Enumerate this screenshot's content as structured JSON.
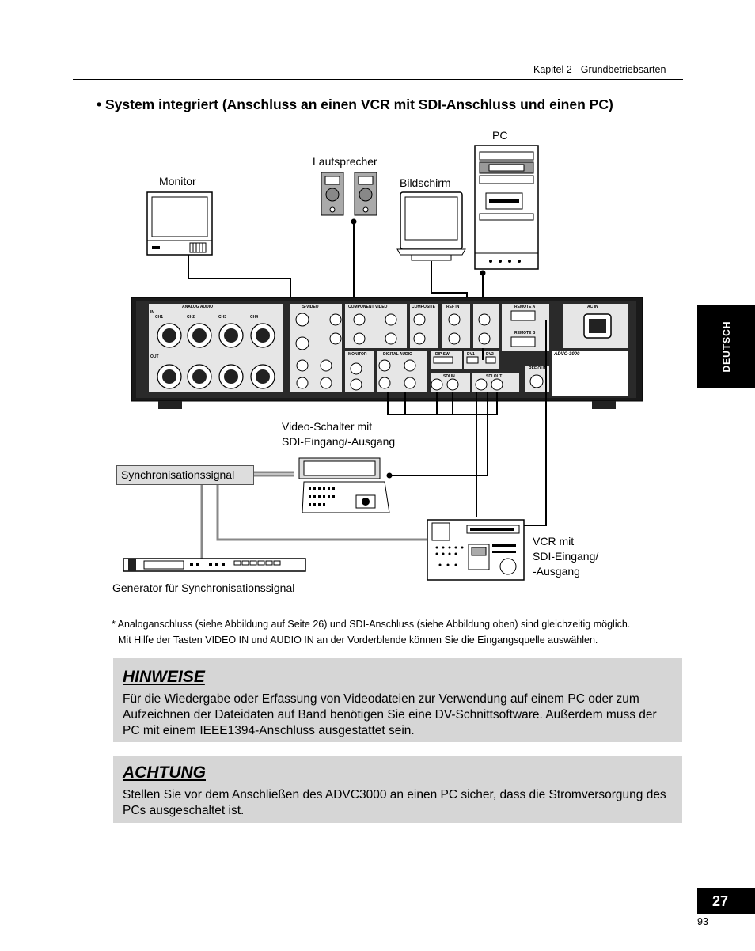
{
  "header": {
    "chapter": "Kapitel 2 - Grundbetriebsarten"
  },
  "section": {
    "title": "• System integriert (Anschluss an einen VCR mit SDI-Anschluss und einen PC)"
  },
  "diagram": {
    "labels": {
      "pc": "PC",
      "speakers": "Lautsprecher",
      "monitor": "Monitor",
      "screen": "Bildschirm",
      "video_switcher_line1": "Video-Schalter mit",
      "video_switcher_line2": "SDI-Eingang/-Ausgang",
      "sync_signal": "Synchronisationssignal",
      "vcr_line1": "VCR mit",
      "vcr_line2": "SDI-Eingang/",
      "vcr_line3": "-Ausgang",
      "generator": "Generator für Synchronisationssignal"
    },
    "device_text": {
      "analog_audio": "ANALOG AUDIO",
      "s_video": "S-VIDEO",
      "component_video": "COMPONENT VIDEO",
      "composite": "COMPOSITE",
      "ref_in": "REF IN",
      "remote_a": "REMOTE A",
      "remote_b": "REMOTE B",
      "ac_in": "AC IN",
      "monitor_port": "MONITOR",
      "digital_audio": "DIGITAL AUDIO",
      "dip_sw": "DIP SW",
      "dv1": "DV1",
      "dv2": "DV2",
      "sdi_in": "SDI IN",
      "sdi_out": "SDI OUT",
      "ref_out": "REF OUT",
      "model": "ADVC-3000",
      "ch1": "CH1",
      "ch2": "CH2",
      "ch3": "CH3",
      "ch4": "CH4",
      "in": "IN",
      "out": "OUT"
    }
  },
  "footnote": {
    "line1": "* Analoganschluss (siehe Abbildung auf Seite 26) und SDI-Anschluss (siehe Abbildung oben) sind gleichzeitig möglich.",
    "line2": "Mit Hilfe der Tasten VIDEO IN und AUDIO IN an der Vorderblende können Sie die Eingangsquelle auswählen."
  },
  "notes": {
    "hinweise_title": "HINWEISE",
    "hinweise_body": "Für die Wiedergabe oder Erfassung von Videodateien zur Verwendung auf einem PC oder zum Aufzeichnen der Dateidaten auf Band benötigen Sie eine DV-Schnittsoftware. Außerdem muss der PC mit einem IEEE1394-Anschluss ausgestattet sein.",
    "achtung_title": "ACHTUNG",
    "achtung_body": "Stellen Sie vor dem Anschließen des ADVC3000 an einen PC sicher, dass die Stromversorgung des PCs ausgeschaltet ist."
  },
  "side_tab": {
    "language": "DEUTSCH"
  },
  "page": {
    "number": "27",
    "sub_number": "93"
  }
}
